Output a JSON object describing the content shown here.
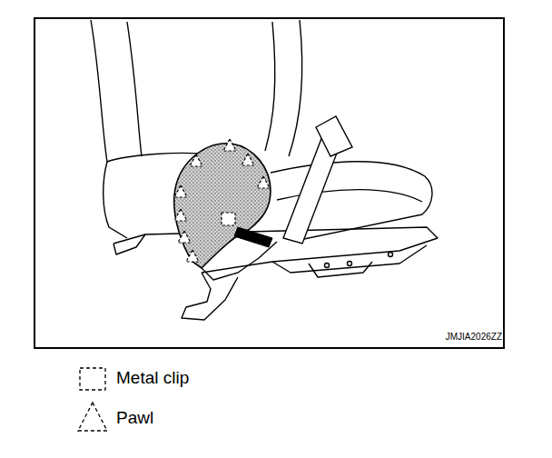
{
  "diagram": {
    "labels": [
      "JMJIA2026ZZ"
    ],
    "legend": [
      {
        "text": "Metal clip"
      },
      {
        "text": "Pawl"
      }
    ]
  }
}
